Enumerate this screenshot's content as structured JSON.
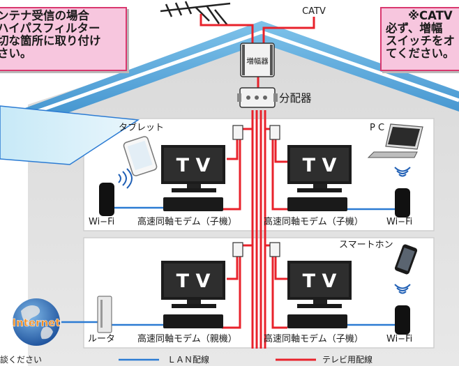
{
  "notes": {
    "left": [
      "ンテナ受信の場合",
      "ハイパスフィルター",
      "切な箇所に取り付け",
      "さい。"
    ],
    "right": [
      "※CATV",
      "必ず、増幅",
      "スイッチをオ",
      "てください。"
    ]
  },
  "labels": {
    "catv": "CATV",
    "amplifier": "増幅器",
    "splitter": "分配器",
    "tablet": "タブレット",
    "pc": "P C",
    "smartphone": "スマートホン",
    "internet": "Internet",
    "tv": "T V",
    "wifi_left": "Wi−Fi",
    "wifi_right": "Wi−Fi",
    "wifi_right_bottom": "Wi−Fi",
    "modem_child": "高速同軸モデム（子機）",
    "modem_parent": "高速同軸モデム（親機）",
    "router": "ルータ",
    "bottom_left_text": "談ください"
  },
  "legend": {
    "lan": "ＬＡＮ配線",
    "tv": "テレビ用配線"
  },
  "colors": {
    "tv_wiring": "#e8222b",
    "lan_wiring": "#2b7bd3",
    "roof": "#4fa6dc",
    "note_bg": "#f7c6de",
    "note_border": "#d9386f"
  }
}
